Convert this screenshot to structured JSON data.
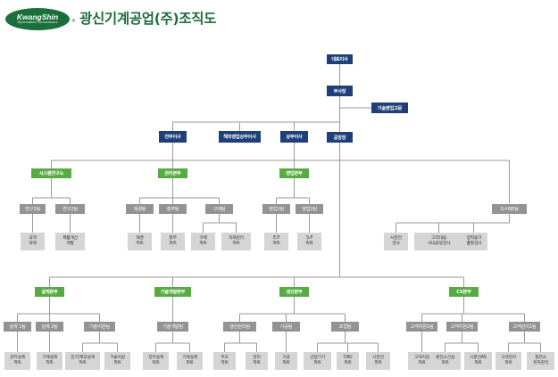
{
  "header": {
    "logo_text": "KwangShin",
    "logo_tagline": "Dependable Compressors",
    "title": "광신기계공업(주)조직도"
  },
  "colors": {
    "executive": "#1e3f78",
    "division": "#58ab43",
    "team": "#939393",
    "part": "#d5d5d5",
    "title": "#1f6b3b",
    "connector": "#9a9a9a"
  },
  "org": {
    "ceo": "대표이사",
    "vp": "부사장",
    "tech_advisor": "기술영업고문",
    "md1": "전무이사",
    "overseas_md": "해외영업상무이사",
    "md2": "상무이사",
    "plant_head": "공장장",
    "sys_lab": "시스템연구소",
    "research1": "연구1팀",
    "research2": "연구2팀",
    "part_review": "국책\n과제",
    "part_improve": "제품개선\n개발",
    "admin_div": "관리본부",
    "finance": "재경팀",
    "general": "총무팀",
    "purchase": "구매팀",
    "part_finance": "재경\n파트",
    "part_general": "총무\n파트",
    "part_purchase": "구매\n파트",
    "part_material": "자재관리\n파트",
    "sales_div": "영업본부",
    "sales1": "영업1팀",
    "sales2": "영업2팀",
    "part_ep": "E.P\n파트",
    "part_sp": "S.P\n파트",
    "qhse": "Q-HSE팀",
    "part_test": "시운전\n검사",
    "part_customer": "고객대응\n사내공정검사",
    "part_pressure": "압력용기\n품질검사",
    "design_div": "설계본부",
    "design1": "설계 1팀",
    "design2": "설계 2팀",
    "tech_support": "기술지원팀",
    "part_device_design": "장치설계\n파트",
    "part_machine_design1": "기계설계\n파트",
    "part_elec": "전기/계장설계\n파트",
    "part_tech_support": "기술지원\n파트",
    "tech_dev_div": "기술개발본부",
    "tech_dev": "기술개발팀",
    "part_device_design2": "장치설계\n파트",
    "part_machine_design2": "기계설계\n파트",
    "prod_div": "생산본부",
    "prod_mgmt": "생산관리팀",
    "machining": "가공팀",
    "assembly": "조립팀",
    "part_casting": "주조\n파트",
    "part_management": "관리\n파트",
    "part_machining": "가공\n파트",
    "part_industrial": "산업기기\n파트",
    "part_cng": "CNG\n파트",
    "part_test2": "시운전\n파트",
    "cs_div": "CS본부",
    "cs_support1": "고객지원1팀",
    "cs_support2": "고객지원2팀",
    "cs_mgmt": "고객관리1팀",
    "part_cs": "고객지원\n파트",
    "part_station": "충전소건설\n파트",
    "part_as": "시운전AS\n파트",
    "part_cs_mgmt": "고객관리\n파트",
    "part_station_mgmt": "충전소\n유지관리"
  }
}
